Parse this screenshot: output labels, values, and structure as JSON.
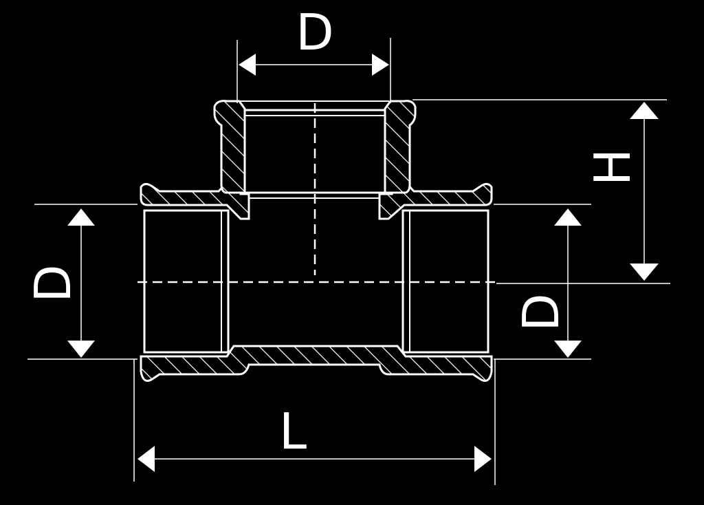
{
  "labels": {
    "top_dimension": "D",
    "left_dimension": "D",
    "right_dimension": "D",
    "height_dimension": "H",
    "length_dimension": "L"
  }
}
